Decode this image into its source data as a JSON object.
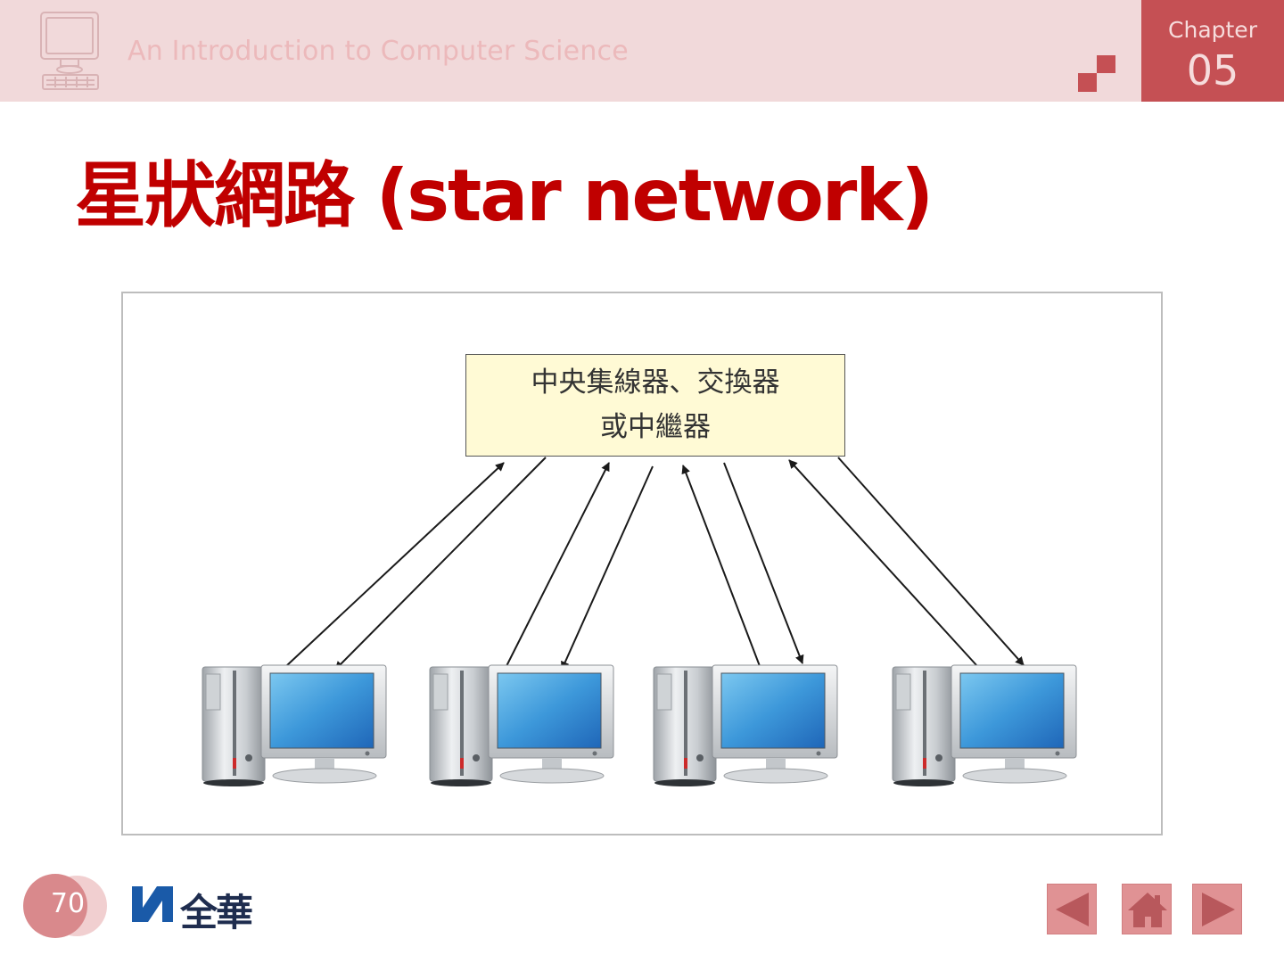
{
  "header": {
    "course_title": "An Introduction to Computer Science",
    "chapter_label": "Chapter",
    "chapter_number": "05",
    "icon": "computer-icon",
    "colors": {
      "band": "#f1d9da",
      "chapter_box": "#c55054",
      "squares": "#c55054"
    }
  },
  "slide": {
    "title": "星狀網路 (star network)",
    "title_color": "#c00000"
  },
  "diagram": {
    "hub_lines": [
      "中央集線器、交換器",
      "或中繼器"
    ],
    "nodes": [
      "computer-icon",
      "computer-icon",
      "computer-icon",
      "computer-icon"
    ],
    "links": "each computer has one arrow to the hub and one arrow from the hub"
  },
  "footer": {
    "page_number": "70",
    "publisher_name": "全華",
    "publisher_logo": "publisher-logo-icon",
    "nav": {
      "prev_icon": "triangle-left-icon",
      "home_icon": "home-icon",
      "next_icon": "triangle-right-icon"
    }
  }
}
